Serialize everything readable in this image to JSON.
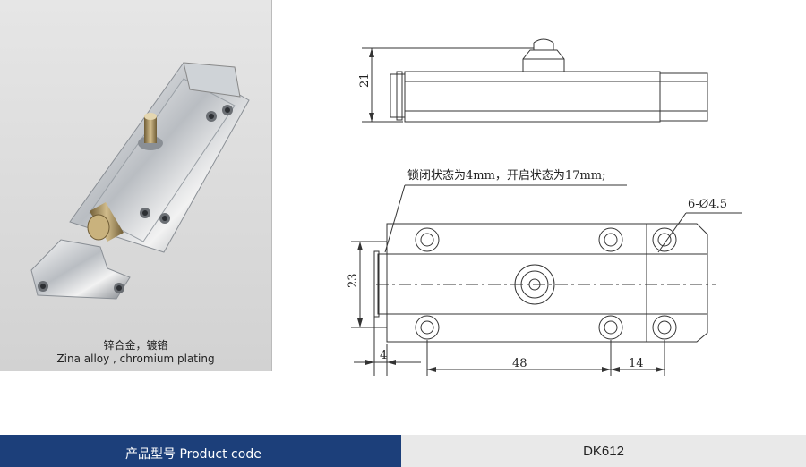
{
  "photo": {
    "caption_cn": "锌合金，镀铬",
    "caption_en": "Zina alloy , chromium plating"
  },
  "drawing": {
    "note": "锁闭状态为4mm，开启状态为17mm;",
    "hole_spec": "6-Ø4.5",
    "dim_height_side": "21",
    "dim_height_front": "23",
    "dim_bolt": "4",
    "dim_hole_spacing": "48",
    "dim_end": "14"
  },
  "footer": {
    "label": "产品型号  Product code",
    "code": "DK612"
  },
  "colors": {
    "footer_blue": "#1c3f7a",
    "footer_gray": "#e9e9e9",
    "photo_bg": "#d9d9d9"
  }
}
